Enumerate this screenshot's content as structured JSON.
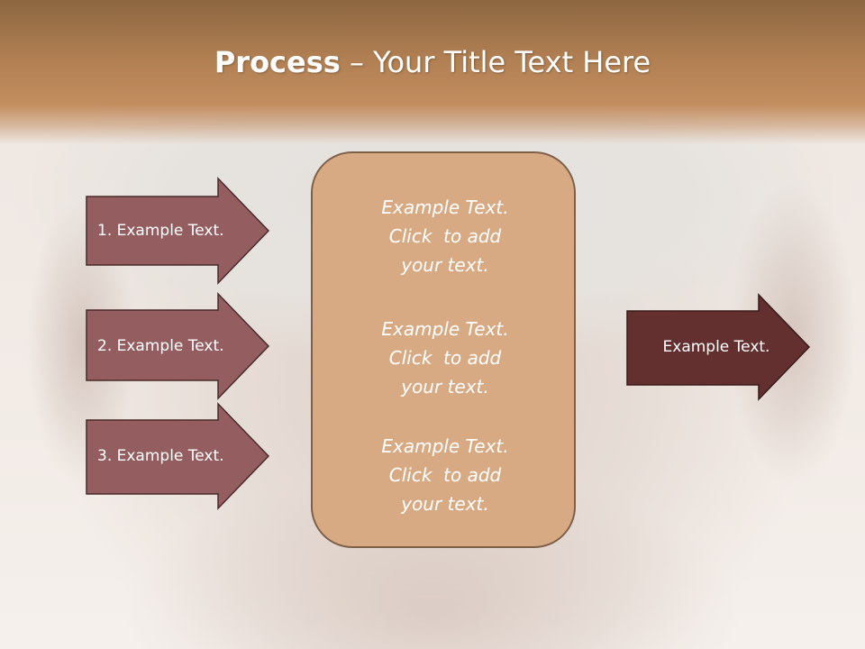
{
  "title": {
    "bold": "Process",
    "rest": " – Your Title Text Here"
  },
  "colors": {
    "title_band": "#b07f52",
    "input_arrow_fill": "#945e61",
    "output_arrow_fill": "#63302f",
    "center_box_fill": "#d8aa84",
    "center_box_border": "#7e5f49",
    "text": "#ffffff"
  },
  "input_arrows": [
    {
      "label": "1. Example Text."
    },
    {
      "label": "2. Example Text."
    },
    {
      "label": "3. Example Text."
    }
  ],
  "center_box": {
    "blocks": [
      {
        "lines": [
          "Example Text.",
          "Click  to add",
          "your text."
        ]
      },
      {
        "lines": [
          "Example Text.",
          "Click  to add",
          "your text."
        ]
      },
      {
        "lines": [
          "Example Text.",
          "Click  to add",
          "your text."
        ]
      }
    ]
  },
  "output_arrow": {
    "label": "Example Text."
  }
}
